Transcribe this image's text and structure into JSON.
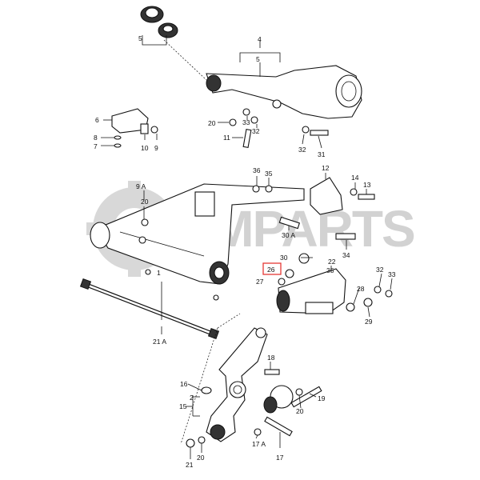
{
  "watermark": {
    "text": "KMPARTS"
  },
  "highlight_color": "#e53935",
  "highlighted_label": "26",
  "labels": {
    "l1": "1",
    "l2": "2",
    "l4": "4",
    "l5a": "5",
    "l5b": "5",
    "l6": "6",
    "l7": "7",
    "l8": "8",
    "l9": "9",
    "l10": "10",
    "l11": "11",
    "l12": "12",
    "l13": "13",
    "l14": "14",
    "l15": "15",
    "l16": "16",
    "l17": "17",
    "l17a": "17 A",
    "l18": "18",
    "l19": "19",
    "l20a": "20",
    "l20b": "20",
    "l20c": "20",
    "l20d": "20",
    "l21": "21",
    "l21a": "21 A",
    "l22": "22",
    "l26": "26",
    "l27": "27",
    "l28": "28",
    "l29": "29",
    "l30": "30",
    "l30a": "30 A",
    "l31": "31",
    "l32a": "32",
    "l32b": "32",
    "l32c": "32",
    "l33a": "33",
    "l33b": "33",
    "l34": "34",
    "l35a": "35",
    "l35b": "35",
    "l36": "36",
    "l9a": "9 A"
  }
}
